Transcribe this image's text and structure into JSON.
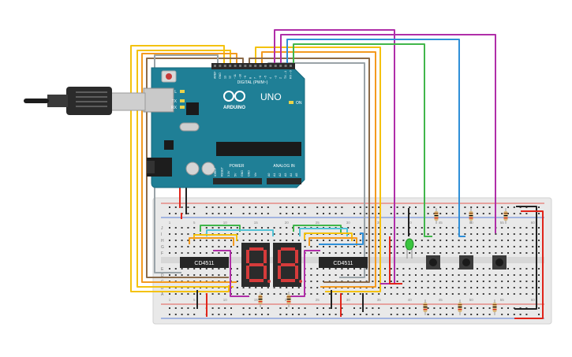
{
  "arduino": {
    "brand": "ARDUINO",
    "model": "UNO",
    "digital_header": "DIGITAL (PWM~)",
    "power_header": "POWER",
    "analog_header": "ANALOG IN",
    "on_label": "ON",
    "led_l": "L",
    "led_tx": "TX",
    "led_rx": "RX",
    "digital_pins": [
      "AREF",
      "GND",
      "13",
      "12",
      "~11",
      "~10",
      "~9",
      "8",
      "7",
      "~6",
      "~5",
      "4",
      "~3",
      "2",
      "TX→1",
      "RX←0"
    ],
    "power_pins": [
      "IOREF",
      "RESET",
      "3.3V",
      "5V",
      "GND",
      "GND",
      "Vin"
    ],
    "analog_pins": [
      "A0",
      "A1",
      "A2",
      "A3",
      "A4",
      "A5"
    ]
  },
  "breadboard": {
    "row_letters_top": [
      "J",
      "I",
      "H",
      "G",
      "F"
    ],
    "row_letters_bottom": [
      "E",
      "D",
      "C",
      "B",
      "A"
    ],
    "column_numbers": [
      "1",
      "5",
      "10",
      "15",
      "20",
      "25",
      "30",
      "35",
      "40",
      "45",
      "50",
      "55",
      "60"
    ]
  },
  "chips": [
    {
      "label": "CD4511"
    },
    {
      "label": "CD4511"
    }
  ],
  "display": {
    "digits": [
      "8",
      "8"
    ]
  },
  "colors": {
    "board_teal": "#1f7f96",
    "board_teal_dark": "#176a7e",
    "breadboard": "#e6e6e6",
    "wire_yellow": "#f4c20d",
    "wire_orange": "#f39a1f",
    "wire_brown": "#8b6b4a",
    "wire_grey": "#9aa3a8",
    "wire_purple": "#b02ea8",
    "wire_blue": "#2f8fd8",
    "wire_green": "#41b64b",
    "wire_red": "#e0251b",
    "wire_black": "#222222",
    "wire_cyan": "#54c3d6",
    "led_green": "#39c43e"
  },
  "icons": [
    "usb-cable-icon",
    "reset-button-icon",
    "arduino-infinity-logo-icon",
    "power-jack-icon"
  ]
}
